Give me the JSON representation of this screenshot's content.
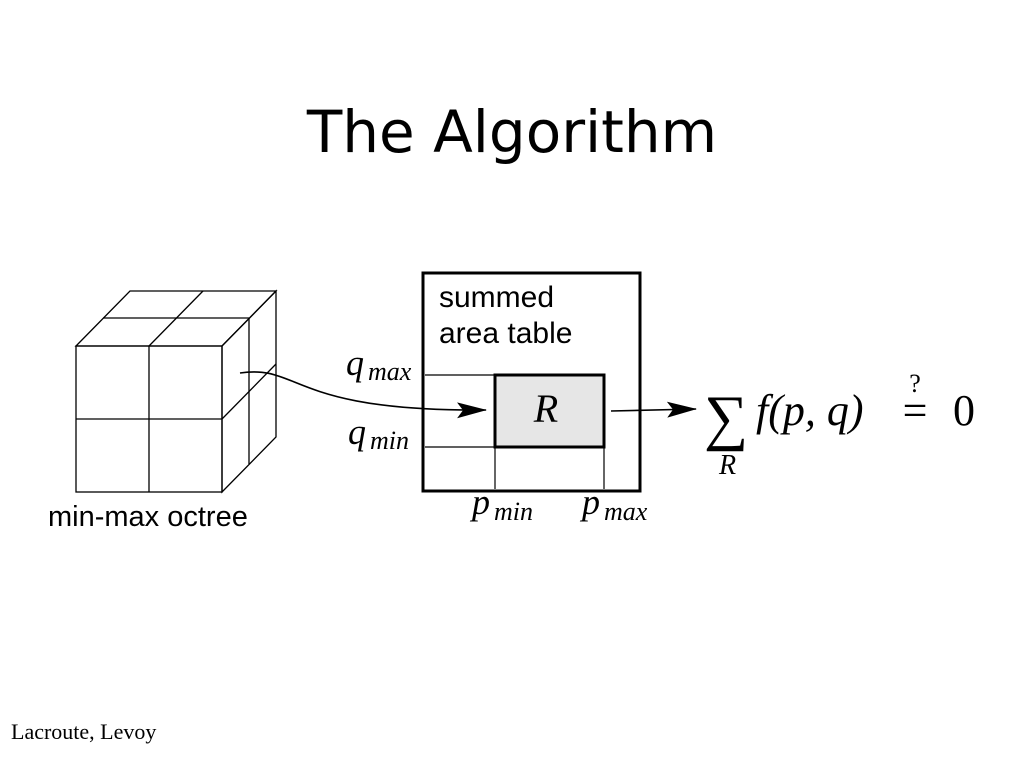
{
  "slide": {
    "title": "The Algorithm",
    "footer": "Lacroute, Levoy"
  },
  "diagram": {
    "octree_label": "min-max octree",
    "table_label_line1": "summed",
    "table_label_line2": "area table",
    "region_label": "R",
    "q_max": {
      "base": "q",
      "sub": "max"
    },
    "q_min": {
      "base": "q",
      "sub": "min"
    },
    "p_min": {
      "base": "p",
      "sub": "min"
    },
    "p_max": {
      "base": "p",
      "sub": "max"
    },
    "equation": {
      "sum_symbol": "∑",
      "sum_index": "R",
      "expression": "f(p, q)",
      "question_mark": "?",
      "equals": "=",
      "rhs": "0"
    }
  }
}
